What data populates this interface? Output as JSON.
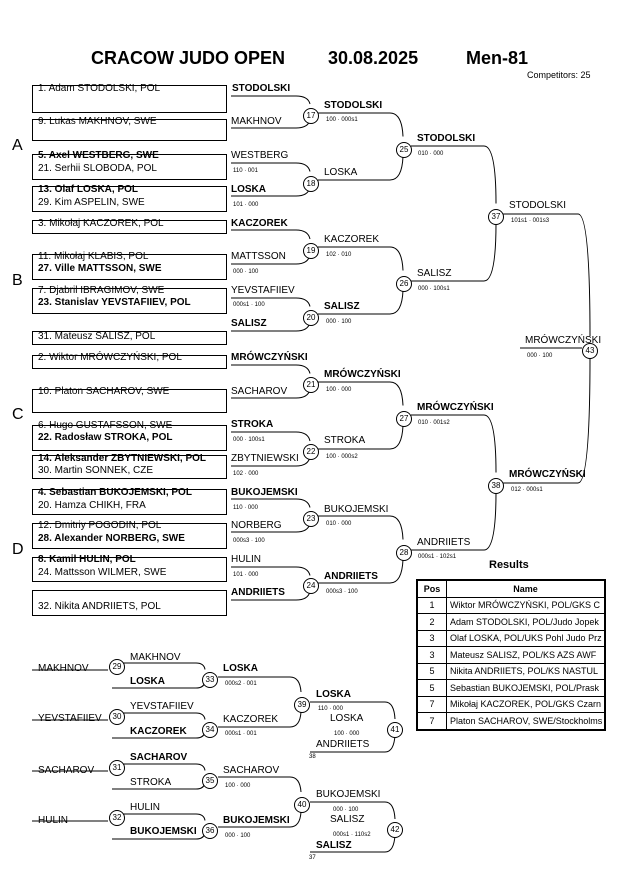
{
  "header": {
    "title": "CRACOW JUDO OPEN",
    "date": "30.08.2025",
    "category": "Men-81",
    "competitors": "Competitors: 25"
  },
  "pools": [
    "A",
    "B",
    "C",
    "D"
  ],
  "entries": [
    {
      "text": "1. Adam STODOLSKI, POL",
      "bold": false
    },
    {
      "text": "9. Lukas MAKHNOV, SWE",
      "bold": false
    },
    {
      "text": "5. Axel WESTBERG, SWE",
      "bold": true
    },
    {
      "text": "21. Serhii SLOBODA, POL",
      "bold": false
    },
    {
      "text": "13. Olaf LOSKA, POL",
      "bold": true
    },
    {
      "text": "29. Kim ASPELIN, SWE",
      "bold": false
    },
    {
      "text": "3. Mikołaj KACZOREK, POL",
      "bold": false
    },
    {
      "text": "11. Mikołaj KLABIS, POL",
      "bold": false
    },
    {
      "text": "27. Ville MATTSSON, SWE",
      "bold": true
    },
    {
      "text": "7. Djabril IBRAGIMOV, SWE",
      "bold": false
    },
    {
      "text": "23. Stanislav YEVSTAFIIEV, POL",
      "bold": true
    },
    {
      "text": "31. Mateusz SALISZ, POL",
      "bold": false
    },
    {
      "text": "2. Wiktor MRÓWCZYŃSKI, POL",
      "bold": false
    },
    {
      "text": "10. Platon SACHAROV, SWE",
      "bold": false
    },
    {
      "text": "6. Hugo GUSTAFSSON, SWE",
      "bold": false
    },
    {
      "text": "22. Radosław STROKA, POL",
      "bold": true
    },
    {
      "text": "14. Aleksander ZBYTNIEWSKI, POL",
      "bold": true
    },
    {
      "text": "30. Martin SONNEK, CZE",
      "bold": false
    },
    {
      "text": "4. Sebastian BUKOJEMSKI, POL",
      "bold": true
    },
    {
      "text": "20. Hamza CHIKH, FRA",
      "bold": false
    },
    {
      "text": "12. Dmitriy POGODIN, POL",
      "bold": false
    },
    {
      "text": "28. Alexander NORBERG, SWE",
      "bold": true
    },
    {
      "text": "8. Kamil HULIN, POL",
      "bold": true
    },
    {
      "text": "24. Mattsson WILMER, SWE",
      "bold": false
    },
    {
      "text": "32. Nikita ANDRIIETS, POL",
      "bold": false
    }
  ],
  "labels": [
    {
      "text": "STODOLSKI",
      "bold": true
    },
    {
      "text": "MAKHNOV",
      "bold": false
    },
    {
      "text": "WESTBERG",
      "bold": false
    },
    {
      "text": "LOSKA",
      "bold": true
    },
    {
      "text": "KACZOREK",
      "bold": true
    },
    {
      "text": "MATTSSON",
      "bold": false
    },
    {
      "text": "YEVSTAFIIEV",
      "bold": false
    },
    {
      "text": "SALISZ",
      "bold": true
    },
    {
      "text": "MRÓWCZYŃSKI",
      "bold": true
    },
    {
      "text": "SACHAROV",
      "bold": false
    },
    {
      "text": "STROKA",
      "bold": true
    },
    {
      "text": "ZBYTNIEWSKI",
      "bold": false
    },
    {
      "text": "BUKOJEMSKI",
      "bold": true
    },
    {
      "text": "NORBERG",
      "bold": false
    },
    {
      "text": "HULIN",
      "bold": false
    },
    {
      "text": "ANDRIIETS",
      "bold": true
    },
    {
      "text": "STODOLSKI",
      "bold": true
    },
    {
      "text": "LOSKA",
      "bold": false
    },
    {
      "text": "KACZOREK",
      "bold": false
    },
    {
      "text": "SALISZ",
      "bold": true
    },
    {
      "text": "MRÓWCZYŃSKI",
      "bold": true
    },
    {
      "text": "STROKA",
      "bold": false
    },
    {
      "text": "BUKOJEMSKI",
      "bold": false
    },
    {
      "text": "ANDRIIETS",
      "bold": true
    },
    {
      "text": "STODOLSKI",
      "bold": true
    },
    {
      "text": "SALISZ",
      "bold": false
    },
    {
      "text": "MRÓWCZYŃSKI",
      "bold": true
    },
    {
      "text": "ANDRIIETS",
      "bold": false
    },
    {
      "text": "STODOLSKI",
      "bold": false
    },
    {
      "text": "MRÓWCZYŃSKI",
      "bold": true
    },
    {
      "text": "MRÓWCZYŃSKI",
      "bold": false
    },
    {
      "text": "MAKHNOV",
      "bold": false
    },
    {
      "text": "MAKHNOV",
      "bold": false
    },
    {
      "text": "LOSKA",
      "bold": true
    },
    {
      "text": "YEVSTAFIIEV",
      "bold": false
    },
    {
      "text": "YEVSTAFIIEV",
      "bold": false
    },
    {
      "text": "KACZOREK",
      "bold": true
    },
    {
      "text": "SACHAROV",
      "bold": false
    },
    {
      "text": "SACHAROV",
      "bold": true
    },
    {
      "text": "STROKA",
      "bold": false
    },
    {
      "text": "HULIN",
      "bold": false
    },
    {
      "text": "HULIN",
      "bold": false
    },
    {
      "text": "BUKOJEMSKI",
      "bold": true
    },
    {
      "text": "LOSKA",
      "bold": true
    },
    {
      "text": "KACZOREK",
      "bold": false
    },
    {
      "text": "SACHAROV",
      "bold": false
    },
    {
      "text": "BUKOJEMSKI",
      "bold": true
    },
    {
      "text": "LOSKA",
      "bold": true
    },
    {
      "text": "BUKOJEMSKI",
      "bold": false
    },
    {
      "text": "LOSKA",
      "bold": false
    },
    {
      "text": "ANDRIIETS",
      "bold": false
    },
    {
      "text": "SALISZ",
      "bold": false
    },
    {
      "text": "SALISZ",
      "bold": true
    }
  ],
  "scores": [
    "100 · 000s1",
    "110 · 001",
    "101 · 000",
    "102 · 010",
    "000 · 100",
    "000s1 · 100",
    "000 · 100",
    "100 · 000",
    "000 · 100s1",
    "102 · 000",
    "110 · 000",
    "000s3 · 100",
    "101 · 000",
    "010 · 000",
    "100 · 000s2",
    "000s3 · 100",
    "010 · 000",
    "000 · 100s1",
    "010 · 001s2",
    "000s1 · 102s1",
    "101s1 · 001s3",
    "012 · 000s1",
    "000 · 100",
    "000s2 · 001",
    "000s1 · 001",
    "100 · 000",
    "000 · 100",
    "110 · 000",
    "100 · 000",
    "000 · 100",
    "000s1 · 110s2"
  ],
  "match_numbers": [
    "17",
    "18",
    "19",
    "20",
    "21",
    "22",
    "23",
    "24",
    "25",
    "26",
    "27",
    "28",
    "37",
    "38",
    "43",
    "29",
    "30",
    "31",
    "32",
    "33",
    "34",
    "35",
    "36",
    "39",
    "40",
    "41",
    "42"
  ],
  "tiny_numbers": [
    "38",
    "37"
  ],
  "results": {
    "title": "Results",
    "headers": [
      "Pos",
      "Name"
    ],
    "rows": [
      {
        "pos": "1",
        "name": "Wiktor MRÓWCZYŃSKI, POL/GKS C"
      },
      {
        "pos": "2",
        "name": "Adam STODOLSKI, POL/Judo Jopek"
      },
      {
        "pos": "3",
        "name": "Olaf LOSKA, POL/UKS Pohl Judo Prz"
      },
      {
        "pos": "3",
        "name": "Mateusz SALISZ, POL/KS AZS AWF"
      },
      {
        "pos": "5",
        "name": "Nikita ANDRIIETS, POL/KS NASTUL"
      },
      {
        "pos": "5",
        "name": "Sebastian BUKOJEMSKI, POL/Prask"
      },
      {
        "pos": "7",
        "name": "Mikołaj KACZOREK, POL/GKS Czarn"
      },
      {
        "pos": "7",
        "name": "Platon SACHAROV, SWE/Stockholms"
      }
    ]
  }
}
